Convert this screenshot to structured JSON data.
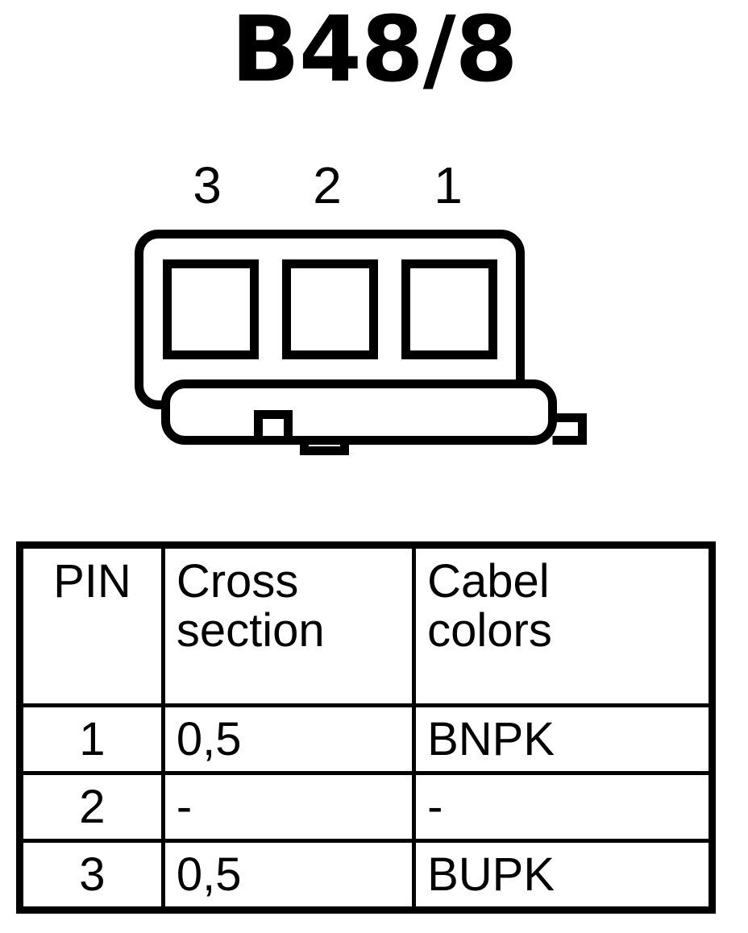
{
  "title": "B48/8",
  "colors": {
    "line": "#000000",
    "background": "#ffffff"
  },
  "connector": {
    "name": "3-way connector housing",
    "cavity_count": 3,
    "pin_labels": [
      "3",
      "2",
      "1"
    ],
    "features": [
      "rounded-rectangle housing outline",
      "three square terminal cavities",
      "lower rounded locking bar",
      "top notch on locking bar",
      "bottom retaining tab",
      "right side latch tab"
    ]
  },
  "table": {
    "headers": {
      "pin": [
        "PIN"
      ],
      "cross_section": [
        "Cross",
        "section"
      ],
      "cable_colors": [
        "Cabel",
        "colors"
      ]
    },
    "rows": [
      {
        "pin": "1",
        "cross_section": "0,5",
        "cable_colors": "BNPK"
      },
      {
        "pin": "2",
        "cross_section": "-",
        "cable_colors": "-"
      },
      {
        "pin": "3",
        "cross_section": "0,5",
        "cable_colors": "BUPK"
      }
    ]
  }
}
